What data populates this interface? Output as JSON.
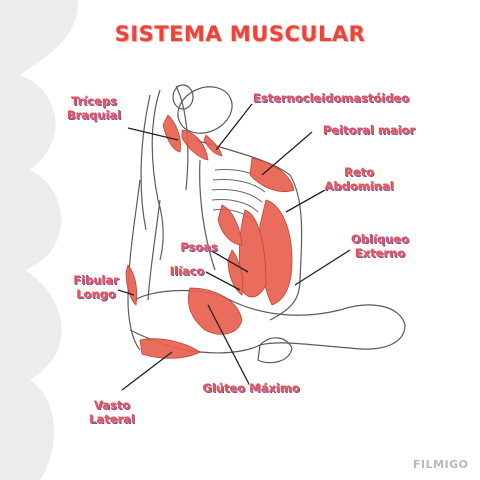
{
  "title": "SISTEMA MUSCULAR",
  "labels": {
    "triceps": "Tríceps\nBraquial",
    "esterno": "Esternocleidomastóideo",
    "peitoral": "Peitoral maior",
    "reto": "Reto\nAbdominal",
    "psoas": "Psoas",
    "iliaco": "Ilíaco",
    "obliquo": "Oblíqueo\nExterno",
    "fibular": "Fibular\nLongo",
    "gluteo": "Glúteo Máximo",
    "vasto": "Vasto\nLateral"
  },
  "watermark": "FILMIGO",
  "colors": {
    "title": "#e8453c",
    "muscle": "#e9604f",
    "label": "#ea4f4f",
    "label_outline": "#5a3bb0"
  }
}
